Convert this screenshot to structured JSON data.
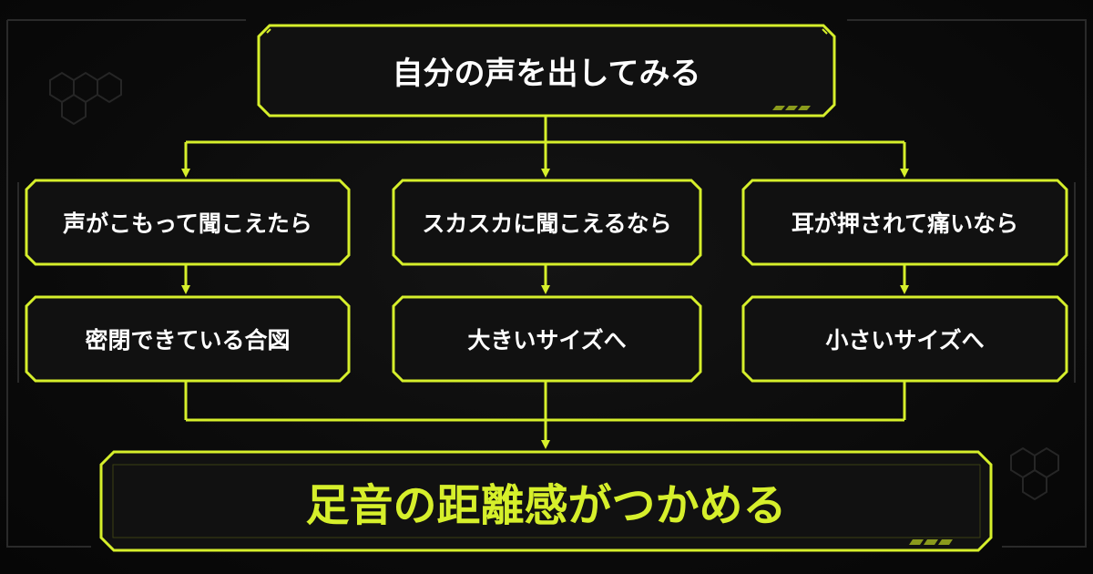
{
  "colors": {
    "accent": "#d6ef2b",
    "background": "#0b0b0b",
    "box_fill": "#111111",
    "text": "#ffffff"
  },
  "diagram": {
    "top": "自分の声を出してみる",
    "branches": [
      {
        "condition": "声がこもって聞こえたら",
        "result": "密閉できている合図"
      },
      {
        "condition": "スカスカに聞こえるなら",
        "result": "大きいサイズへ"
      },
      {
        "condition": "耳が押されて痛いなら",
        "result": "小さいサイズへ"
      }
    ],
    "bottom": "足音の距離感がつかめる"
  }
}
